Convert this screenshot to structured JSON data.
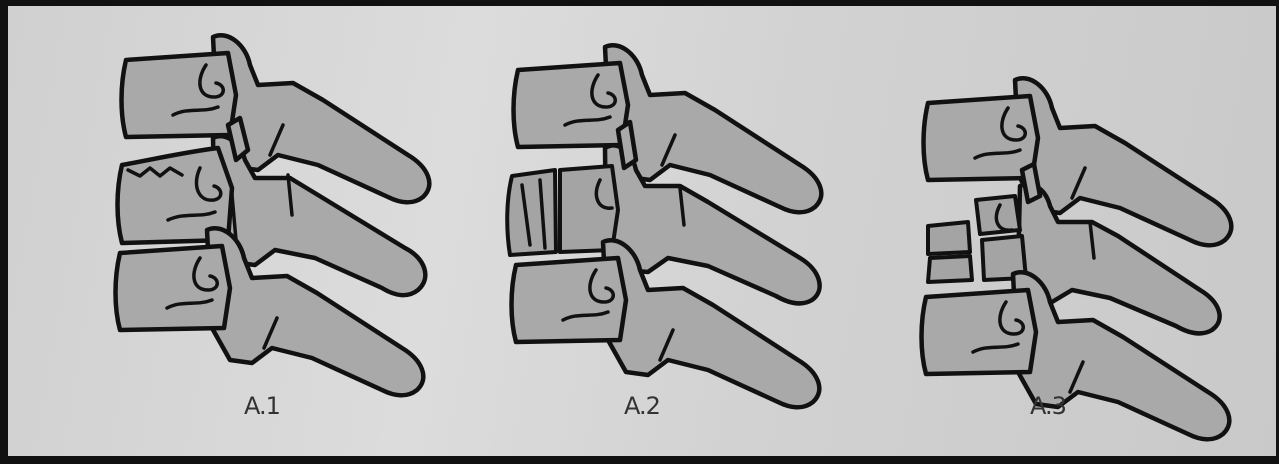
{
  "figure": {
    "panels": [
      {
        "id": "a1",
        "label": "A.1"
      },
      {
        "id": "a2",
        "label": "A.2"
      },
      {
        "id": "a3",
        "label": "A.3"
      }
    ]
  }
}
